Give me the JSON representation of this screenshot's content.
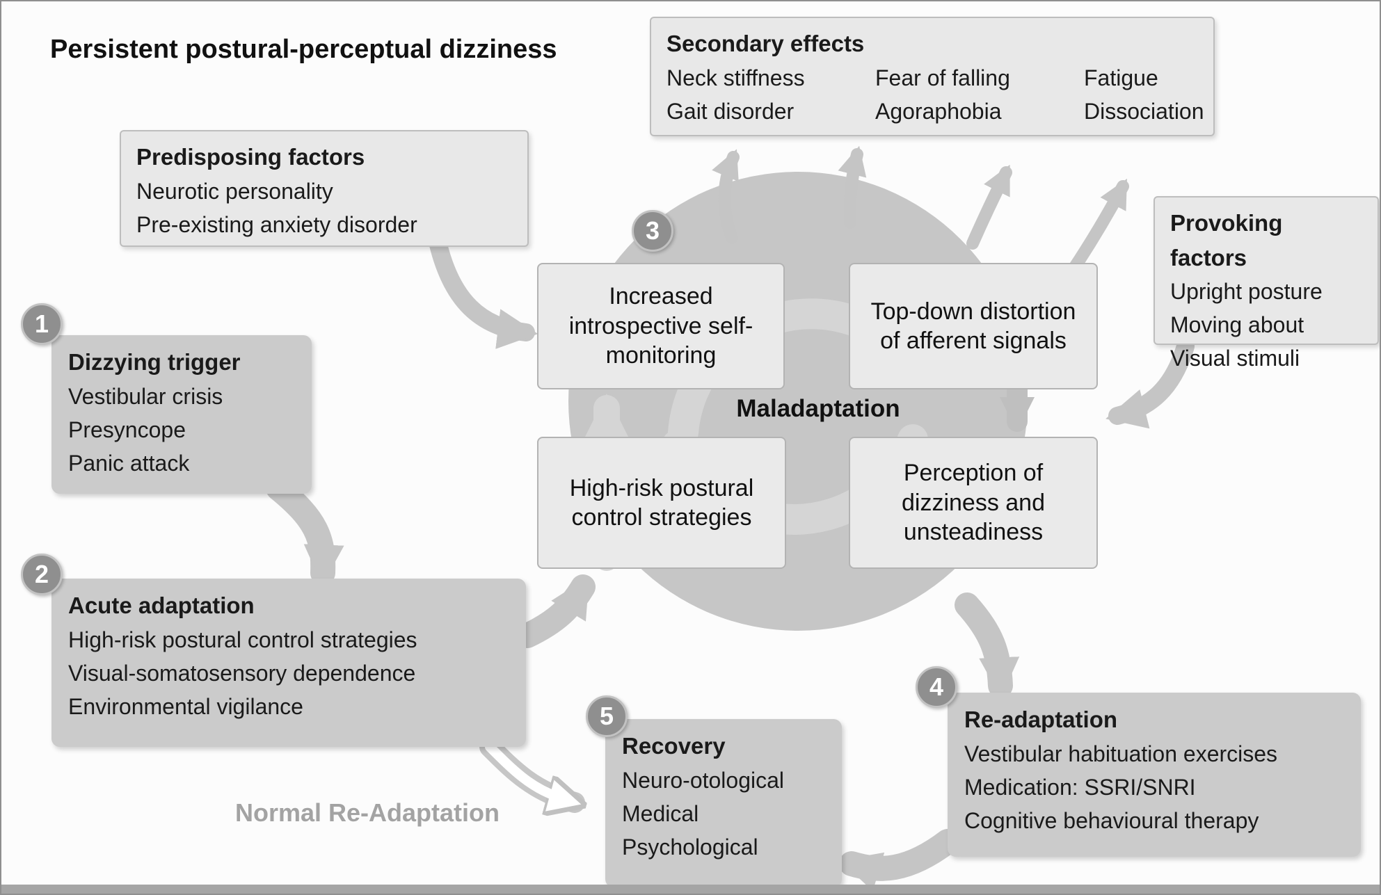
{
  "title": "Persistent postural-perceptual dizziness",
  "secondary": {
    "title": "Secondary effects",
    "items": [
      "Neck stiffness",
      "Fear of falling",
      "Fatigue",
      "Gait disorder",
      "Agoraphobia",
      "Dissociation"
    ]
  },
  "predisposing": {
    "title": "Predisposing factors",
    "items": [
      "Neurotic personality",
      "Pre-existing anxiety disorder"
    ]
  },
  "provoking": {
    "title": "Provoking factors",
    "items": [
      "Upright posture",
      "Moving about",
      "Visual stimuli"
    ]
  },
  "trigger": {
    "badge": "1",
    "title": "Dizzying trigger",
    "items": [
      "Vestibular crisis",
      "Presyncope",
      "Panic attack"
    ]
  },
  "acute": {
    "badge": "2",
    "title": "Acute adaptation",
    "items": [
      "High-risk postural control strategies",
      "Visual-somatosensory dependence",
      "Environmental vigilance"
    ]
  },
  "cycle": {
    "badge": "3",
    "center_label": "Maladaptation",
    "nodes": [
      "Increased introspective self-monitoring",
      "Top-down distortion of afferent signals",
      "High-risk postural control strategies",
      "Perception of dizziness and unsteadiness"
    ]
  },
  "readaptation": {
    "badge": "4",
    "title": "Re-adaptation",
    "items": [
      "Vestibular habituation exercises",
      "Medication: SSRI/SNRI",
      "Cognitive behavioural therapy"
    ]
  },
  "recovery": {
    "badge": "5",
    "title": "Recovery",
    "items": [
      "Neuro-otological",
      "Medical",
      "Psychological"
    ]
  },
  "labels": {
    "normal_readaptation": "Normal Re-Adaptation"
  },
  "colors": {
    "light_box": "#e8e8e8",
    "dark_box": "#cbcbcb",
    "circle": "#c6c6c6",
    "arrow": "#c5c5c5",
    "badge": "#8f8f8f"
  }
}
